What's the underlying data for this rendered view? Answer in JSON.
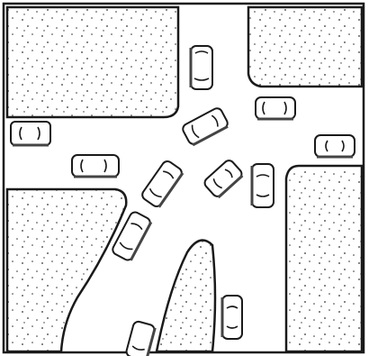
{
  "scene": {
    "kind": "hand-drawn intersection sketch",
    "blocks": [
      {
        "id": "block-top-left"
      },
      {
        "id": "block-top-right"
      },
      {
        "id": "block-bottom-left"
      },
      {
        "id": "block-bottom-center"
      },
      {
        "id": "block-bottom-right"
      }
    ],
    "cars": [
      {
        "id": "car-1"
      },
      {
        "id": "car-2"
      },
      {
        "id": "car-3"
      },
      {
        "id": "car-4"
      },
      {
        "id": "car-5"
      },
      {
        "id": "car-6"
      },
      {
        "id": "car-7"
      },
      {
        "id": "car-8"
      },
      {
        "id": "car-9"
      },
      {
        "id": "car-10"
      },
      {
        "id": "car-11"
      },
      {
        "id": "car-12"
      },
      {
        "id": "car-13"
      }
    ],
    "colors": {
      "ink": "#1a1a1a",
      "shadow": "#444444",
      "paper": "#ffffff"
    }
  }
}
